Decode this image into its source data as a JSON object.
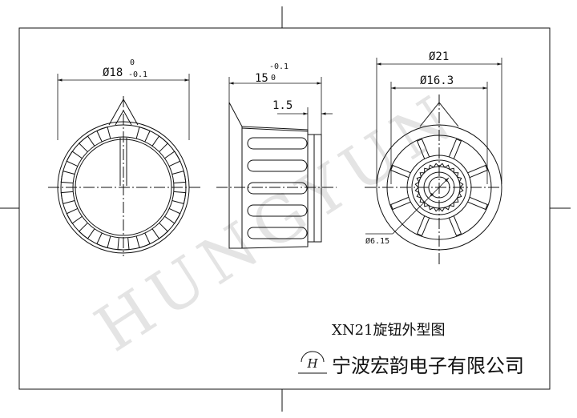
{
  "dimensions": {
    "front_diameter": "Ø18",
    "front_tol_upper": "0",
    "front_tol_lower": "-0.1",
    "side_length": "15",
    "side_tol_upper": "-0.1",
    "side_tol_lower": "0",
    "side_step": "1.5",
    "rear_outer_diameter": "Ø21",
    "rear_inner_diameter": "Ø16.3",
    "rear_bore_diameter": "Ø6.15"
  },
  "watermark": "HUNGYUN",
  "title_block": {
    "drawing_title": "XN21旋钮外型图",
    "logo_letter": "H",
    "company_name": "宁波宏韵电子有限公司"
  },
  "colors": {
    "line": "#111111",
    "watermark": "#e4e4e4"
  }
}
